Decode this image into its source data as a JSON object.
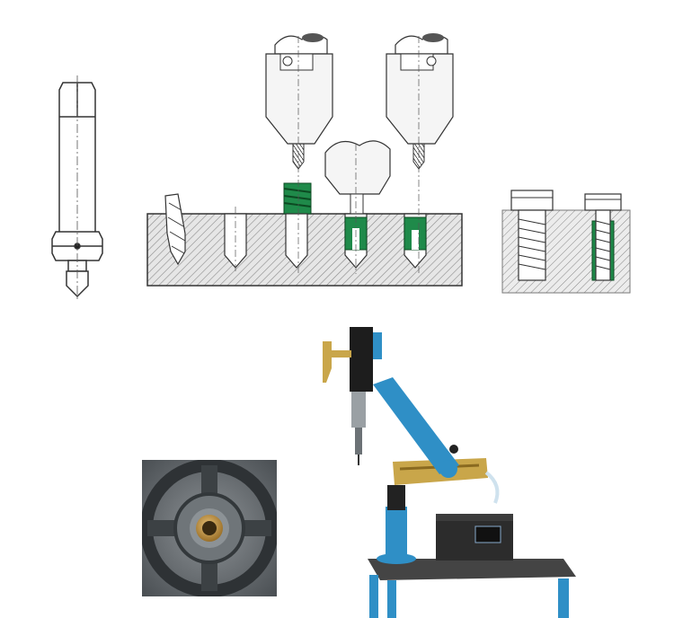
{
  "figure": {
    "panels": [
      {
        "id": "installation-tool",
        "kind": "line-drawing"
      },
      {
        "id": "process-sequence",
        "kind": "line-drawing",
        "steps": [
          "drill-hole",
          "tap-thread",
          "place-insert",
          "drive-insert",
          "installed-insert"
        ]
      },
      {
        "id": "bolt-comparison",
        "kind": "line-drawing",
        "items": [
          "bolt-in-plain-thread",
          "bolt-in-insert"
        ]
      },
      {
        "id": "installed-insert-photo",
        "kind": "photo"
      },
      {
        "id": "tapping-machine-photo",
        "kind": "photo"
      }
    ]
  },
  "colors": {
    "insert_green": "#1f8a4a",
    "insert_dark": "#0c4a22",
    "hatch": "#888888",
    "outline": "#333333",
    "machine_blue": "#2f8fc6",
    "handle_tan": "#c9a64a",
    "control_box": "#2c2c2c",
    "table_top": "#444444"
  }
}
